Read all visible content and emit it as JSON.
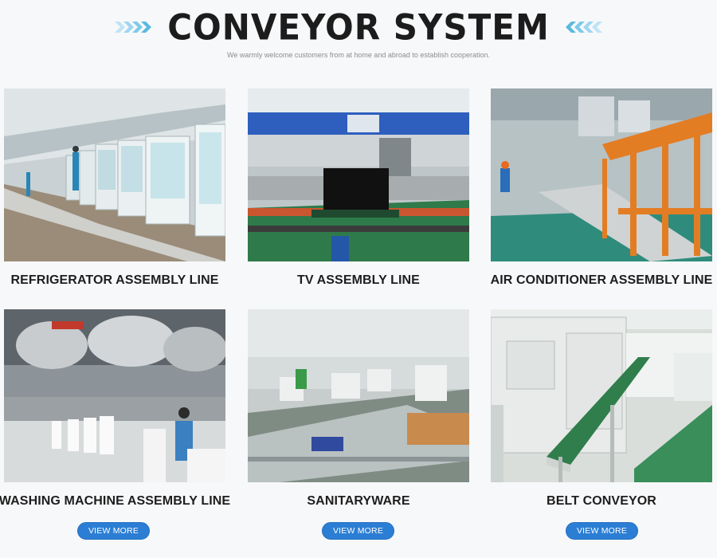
{
  "header": {
    "title": "CONVEYOR SYSTEM",
    "subtitle": "We warmly welcome customers from at home and abroad to establish cooperation.",
    "accent_color": "#6cc3e8",
    "left_icon": "double-chevron-right-icon",
    "right_icon": "double-chevron-left-icon"
  },
  "products": [
    {
      "label": "REFRIGERATOR ASSEMBLY LINE",
      "image": "refrigerator-assembly-line-photo"
    },
    {
      "label": "TV ASSEMBLY LINE",
      "image": "tv-assembly-line-photo"
    },
    {
      "label": "AIR CONDITIONER ASSEMBLY LINE",
      "image": "air-conditioner-assembly-line-photo"
    },
    {
      "label": "WASHING MACHINE ASSEMBLY LINE",
      "image": "washing-machine-assembly-line-photo"
    },
    {
      "label": "SANITARYWARE",
      "image": "sanitaryware-line-photo"
    },
    {
      "label": "BELT CONVEYOR",
      "image": "belt-conveyor-photo"
    }
  ],
  "buttons": {
    "view_more_label": "VIEW MORE",
    "color": "#2b7ed4"
  }
}
